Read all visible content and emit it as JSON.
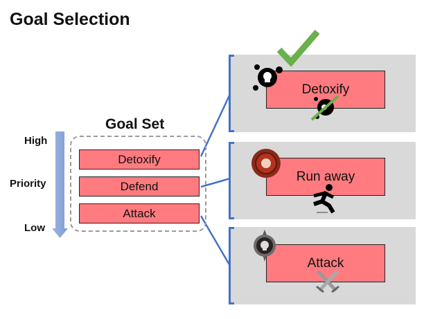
{
  "title": "Goal Selection",
  "goal_set": {
    "label": "Goal Set",
    "items": [
      "Detoxify",
      "Defend",
      "Attack"
    ]
  },
  "priority": {
    "high": "High",
    "label": "Priority",
    "low": "Low"
  },
  "panels": [
    {
      "label": "Detoxify",
      "icon": "poison-skull-icon",
      "sub_icon": "poison-crossed-icon",
      "selected": true
    },
    {
      "label": "Run away",
      "icon": "red-emblem-icon",
      "sub_icon": "running-man-icon",
      "selected": false
    },
    {
      "label": "Attack",
      "icon": "skull-badge-icon",
      "sub_icon": "crossed-swords-icon",
      "selected": false
    }
  ],
  "colors": {
    "goal_fill": "#ff7b80",
    "panel": "#d9d9d9",
    "connector": "#4472c4",
    "check": "#6ab04c",
    "arrow": "#8faadc"
  }
}
